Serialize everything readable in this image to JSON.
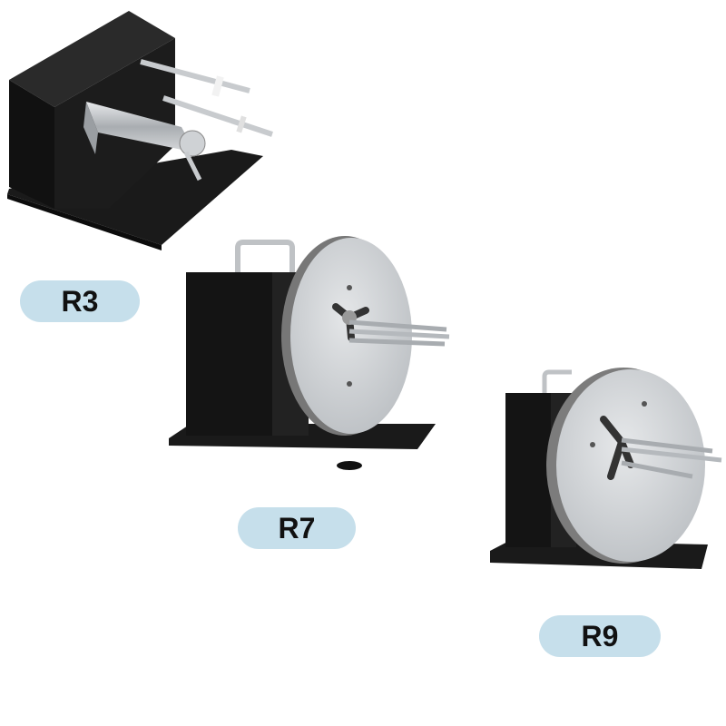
{
  "products": [
    {
      "model": "R3"
    },
    {
      "model": "R7"
    },
    {
      "model": "R9"
    }
  ],
  "colors": {
    "background": "#ffffff",
    "pill": "#c6dfeb",
    "label_text": "#111111",
    "body": "#151515",
    "disc": "#d2d4d6",
    "metal": "#b8bcbf"
  }
}
